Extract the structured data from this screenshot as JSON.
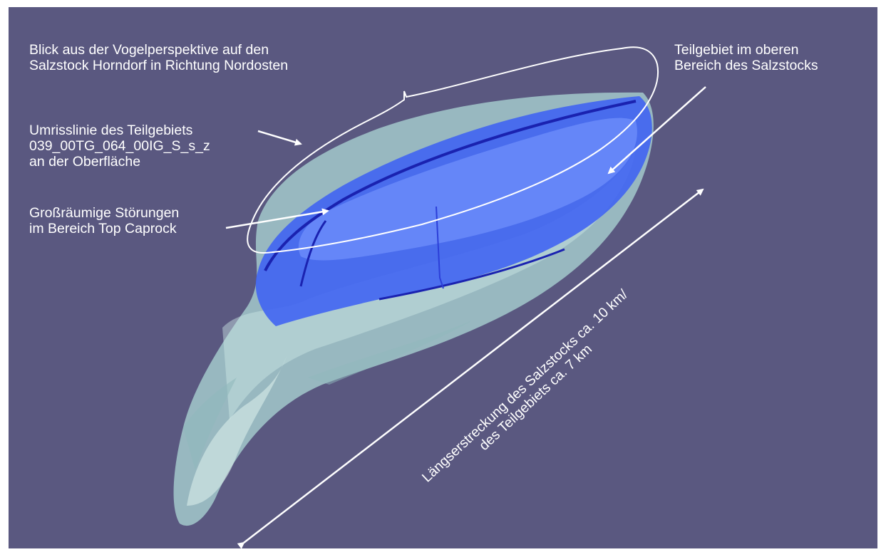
{
  "colors": {
    "background": "#5a5880",
    "salt_dome": "#a9d4d2",
    "subarea": "#3b5ef5",
    "annotation": "#ffffff"
  },
  "labels": {
    "title": {
      "line1": "Blick aus der Vogelperspektive auf den",
      "line2": "Salzstock Horndorf in Richtung Nordosten"
    },
    "subarea": {
      "line1": "Teilgebiet im oberen",
      "line2": "Bereich des Salzstocks"
    },
    "outline": {
      "line1": "Umrisslinie des Teilgebiets",
      "line2": "039_00TG_064_00IG_S_s_z",
      "line3": "an der Oberfläche"
    },
    "faults": {
      "line1": "Großräumige Störungen",
      "line2": "im Bereich Top Caprock"
    },
    "length": {
      "line1": "Längserstreckung des Salzstocks ca. 10 km/",
      "line2": "des Teilgebiets ca. 7 km"
    }
  }
}
